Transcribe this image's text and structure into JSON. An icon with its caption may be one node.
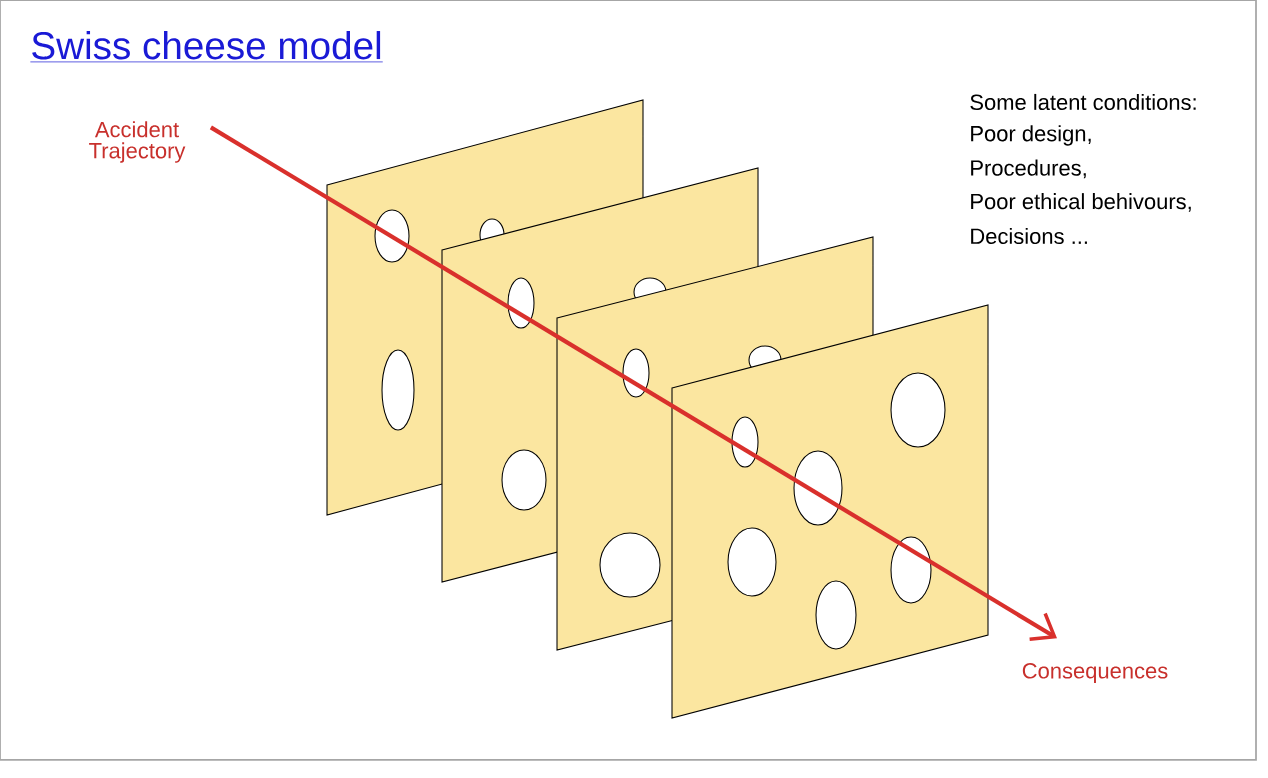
{
  "diagram": {
    "title": "Swiss cheese model",
    "nodes": [
      {
        "text": [
          "Accident Trajectory"
        ]
      },
      {
        "text": [
          "Consequences"
        ]
      }
    ],
    "edges": [
      {
        "from": 0,
        "to": 1,
        "arrow": "to"
      }
    ],
    "labels": [
      "Some latent conditions:",
      "Poor design,",
      "Procedures,",
      "Poor ethical behivours,",
      "Decisions ..."
    ]
  }
}
